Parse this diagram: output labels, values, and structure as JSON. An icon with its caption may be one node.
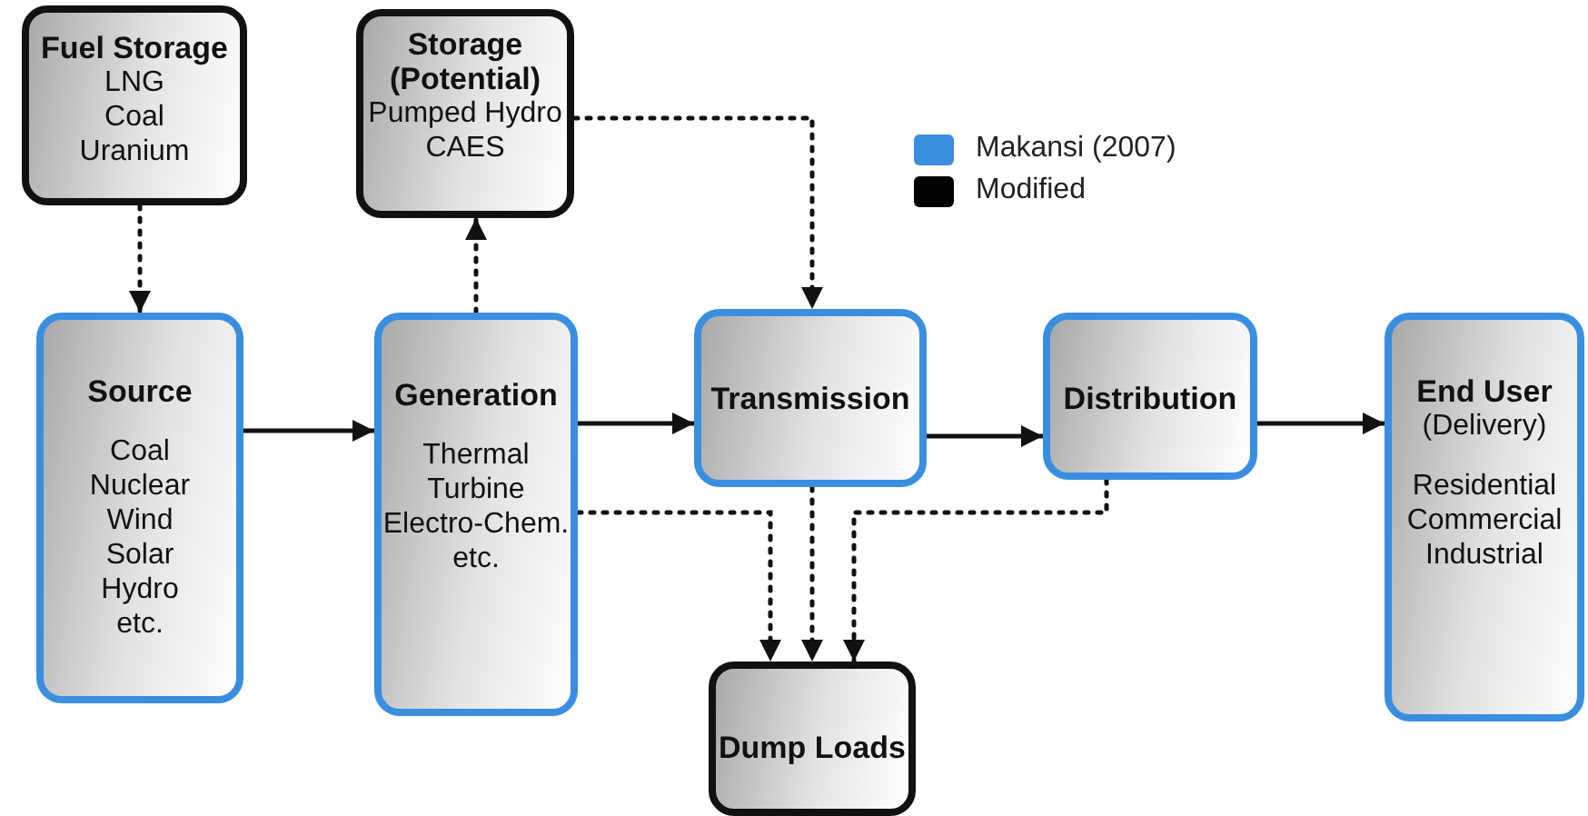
{
  "diagram": {
    "nodes": [
      {
        "text": [
          "Fuel Storage",
          "LNG",
          "Coal",
          "Uranium"
        ]
      },
      {
        "text": [
          "Storage (Potential)",
          "Pumped Hydro",
          "CAES"
        ]
      },
      {
        "text": [
          "Source",
          "Coal",
          "Nuclear",
          "Wind",
          "Solar",
          "Hydro",
          "etc."
        ]
      },
      {
        "text": [
          "Generation",
          "Thermal",
          "Turbine",
          "Electro-Chem.",
          "etc."
        ]
      },
      {
        "text": [
          "Transmission"
        ]
      },
      {
        "text": [
          "Distribution"
        ]
      },
      {
        "text": [
          "End User",
          "(Delivery)",
          "Residential",
          "Commercial",
          "Industrial"
        ]
      },
      {
        "text": [
          "Dump Loads"
        ]
      }
    ],
    "edges": [
      {
        "from": 0,
        "to": 2,
        "arrow": "to",
        "style": "dashed"
      },
      {
        "from": 3,
        "to": 1,
        "arrow": "to",
        "style": "dashed"
      },
      {
        "from": 1,
        "to": 4,
        "arrow": "to",
        "style": "dashed"
      },
      {
        "from": 2,
        "to": 3,
        "arrow": "to"
      },
      {
        "from": 3,
        "to": 4,
        "arrow": "to"
      },
      {
        "from": 4,
        "to": 5,
        "arrow": "to"
      },
      {
        "from": 5,
        "to": 6,
        "arrow": "to"
      },
      {
        "from": 3,
        "to": 7,
        "arrow": "to",
        "style": "dashed"
      },
      {
        "from": 4,
        "to": 7,
        "arrow": "to",
        "style": "dashed"
      },
      {
        "from": 5,
        "to": 7,
        "arrow": "to",
        "style": "dashed"
      }
    ],
    "legend": [
      {
        "text": "Makansi (2007)",
        "color": "#3a8ee0"
      },
      {
        "text": "Modified",
        "color": "#000000"
      }
    ]
  }
}
